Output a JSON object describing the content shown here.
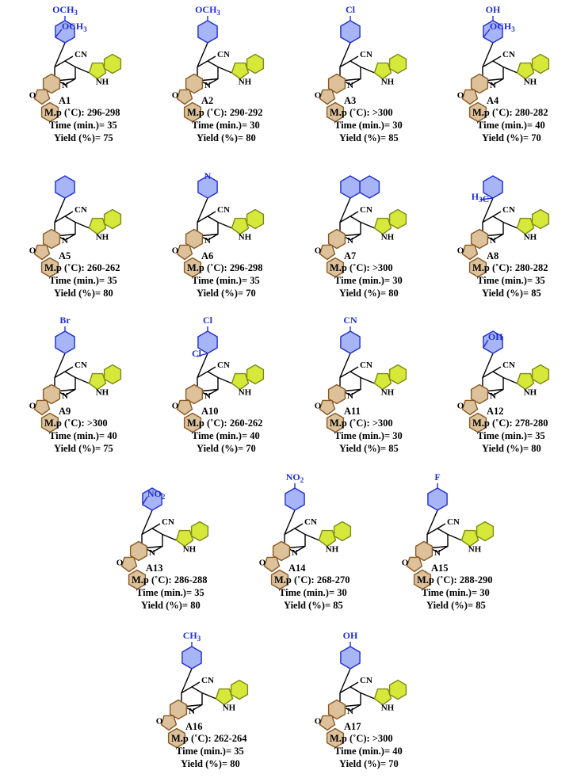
{
  "labels": {
    "mp_prefix": "M.p (˚C): ",
    "time_prefix": "Time (min.)= ",
    "yield_prefix": "Yield (%)= "
  },
  "common_atoms": {
    "cyano": "CN",
    "indole_nh": "NH",
    "pyridine_n": "N",
    "furan_o": "O"
  },
  "colors": {
    "aryl_fill": "#a7b4f5",
    "aryl_stroke": "#1f2fd0",
    "indole_fill": "#d6e93a",
    "indole_stroke": "#7e8a14",
    "dibenzofuran_fill": "#dcc19a",
    "dibenzofuran_stroke": "#8a5a25",
    "substituent_text": "#1f2fd0"
  },
  "compounds": [
    {
      "id": "A1",
      "aryl": "3,4-dimethoxyphenyl",
      "subs": [
        "OCH3",
        "OCH3"
      ],
      "mp": "296-298",
      "time": "35",
      "yield": "75"
    },
    {
      "id": "A2",
      "aryl": "4-methoxyphenyl",
      "subs": [
        "OCH3"
      ],
      "mp": "290-292",
      "time": "30",
      "yield": "80"
    },
    {
      "id": "A3",
      "aryl": "4-chlorophenyl",
      "subs": [
        "Cl"
      ],
      "mp": ">300",
      "time": "30",
      "yield": "85"
    },
    {
      "id": "A4",
      "aryl": "4-hydroxy-3-methoxyphenyl",
      "subs": [
        "OH",
        "OCH3"
      ],
      "mp": "280-282",
      "time": "40",
      "yield": "70"
    },
    {
      "id": "A5",
      "aryl": "phenyl",
      "subs": [],
      "mp": "260-262",
      "time": "35",
      "yield": "80"
    },
    {
      "id": "A6",
      "aryl": "pyridin-4-yl",
      "subs": [
        "N"
      ],
      "mp": "296-298",
      "time": "35",
      "yield": "70"
    },
    {
      "id": "A7",
      "aryl": "naphthyl",
      "subs": [],
      "mp": ">300",
      "time": "30",
      "yield": "80"
    },
    {
      "id": "A8",
      "aryl": "2-methylphenyl",
      "subs": [
        "H3C"
      ],
      "mp": "280-282",
      "time": "35",
      "yield": "85"
    },
    {
      "id": "A9",
      "aryl": "4-bromophenyl",
      "subs": [
        "Br"
      ],
      "mp": ">300",
      "time": "40",
      "yield": "75"
    },
    {
      "id": "A10",
      "aryl": "2,4-dichlorophenyl",
      "subs": [
        "Cl",
        "Cl"
      ],
      "mp": "260-262",
      "time": "40",
      "yield": "70"
    },
    {
      "id": "A11",
      "aryl": "4-cyanophenyl",
      "subs": [
        "CN"
      ],
      "mp": ">300",
      "time": "30",
      "yield": "85"
    },
    {
      "id": "A12",
      "aryl": "3-hydroxyphenyl",
      "subs": [
        "OH"
      ],
      "mp": "278-280",
      "time": "35",
      "yield": "80"
    },
    {
      "id": "A13",
      "aryl": "3-nitrophenyl",
      "subs": [
        "NO2"
      ],
      "mp": "286-288",
      "time": "35",
      "yield": "80"
    },
    {
      "id": "A14",
      "aryl": "4-nitrophenyl",
      "subs": [
        "NO2"
      ],
      "mp": "268-270",
      "time": "30",
      "yield": "85"
    },
    {
      "id": "A15",
      "aryl": "4-fluorophenyl",
      "subs": [
        "F"
      ],
      "mp": "288-290",
      "time": "30",
      "yield": "85"
    },
    {
      "id": "A16",
      "aryl": "4-methylphenyl",
      "subs": [
        "CH3"
      ],
      "mp": "262-264",
      "time": "35",
      "yield": "80"
    },
    {
      "id": "A17",
      "aryl": "4-hydroxyphenyl",
      "subs": [
        "OH"
      ],
      "mp": ">300",
      "time": "40",
      "yield": "70"
    }
  ]
}
